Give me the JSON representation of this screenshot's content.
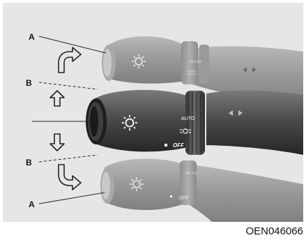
{
  "diagram": {
    "labels": {
      "a": "A",
      "b": "B"
    },
    "knob_markings": {
      "auto": "AUTO",
      "off": "OFF"
    },
    "icons": [
      "headlight-sun-icon",
      "parking-light-icon",
      "turn-signal-icon",
      "arrow-up-icon",
      "arrow-down-icon",
      "curved-arrow-up-icon",
      "curved-arrow-down-icon"
    ]
  },
  "caption": "OEN046066"
}
